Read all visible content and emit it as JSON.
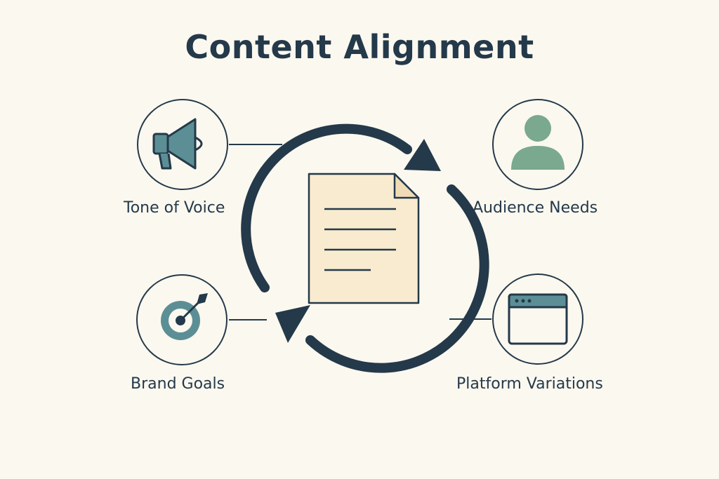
{
  "title": "Content Alignment",
  "nodes": {
    "tone_of_voice": {
      "label": "Tone of Voice",
      "icon": "megaphone-icon"
    },
    "audience_needs": {
      "label": "Audience Needs",
      "icon": "user-icon"
    },
    "brand_goals": {
      "label": "Brand Goals",
      "icon": "target-icon"
    },
    "platform_variations": {
      "label": "Platform Variations",
      "icon": "browser-window-icon"
    }
  },
  "center": {
    "icon": "document-icon"
  },
  "colors": {
    "background": "#fbf8ef",
    "ink": "#24394a",
    "teal": "#5b8f95",
    "sage": "#7aa98f",
    "paper": "#f8ebcf"
  }
}
